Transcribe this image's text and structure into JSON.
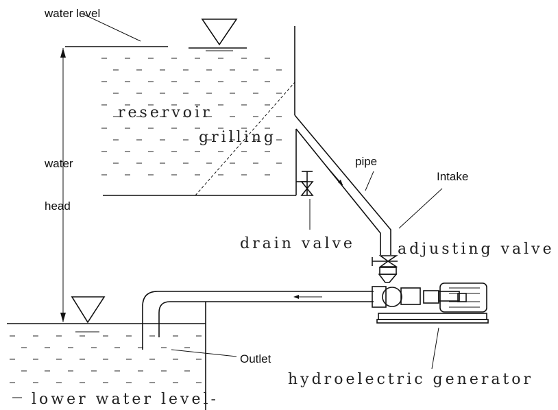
{
  "labels": {
    "water_level": "water level",
    "reservoir": "reservoir",
    "grilling": "grilling",
    "water": "water",
    "head": "head",
    "pipe": "pipe",
    "intake": "Intake",
    "drain_valve": "drain valve",
    "adjusting_valve": "adjusting valve",
    "outlet": "Outlet",
    "generator": "hydroelectric generator",
    "lower_water_level": "lower water level-"
  }
}
